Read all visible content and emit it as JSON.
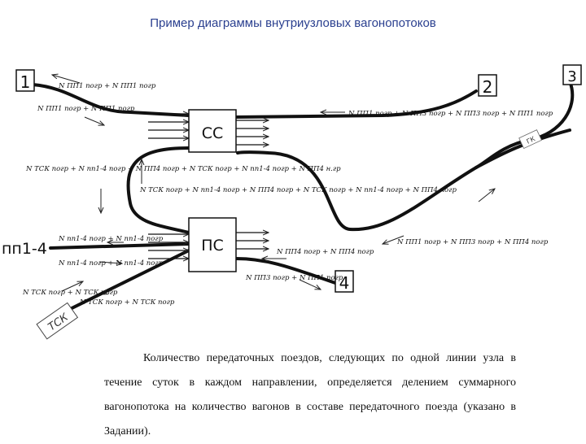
{
  "title": "Пример диаграммы внутриузловых вагонопотоков",
  "stations": [
    {
      "id": "1",
      "label": "1"
    },
    {
      "id": "2",
      "label": "2"
    },
    {
      "id": "3",
      "label": "3"
    },
    {
      "id": "4",
      "label": "4"
    }
  ],
  "yards": [
    {
      "id": "cc",
      "label": "СС"
    },
    {
      "id": "pc",
      "label": "ПС"
    }
  ],
  "branch_labels": {
    "pp": "пп1-4",
    "tsk": "ТСК",
    "gk": "ГК"
  },
  "flow_labels": [
    "N ПП1 погр + N ПП1 погр",
    "N ПП1 погр + N ПП1 погр",
    "N ПП1 погр + N ПП3 погр + N ПП3 погр + N ПП1 погр",
    "N ТСК погр + N пп1-4 погр + N ПП4 погр + N ТСК погр + N пп1-4 погр + N ПП4 н.гр",
    "N ТСК погр + N пп1-4 погр + N ПП4 погр + N ТСК погр + N пп1-4 погр + N ПП4 погр",
    "N пп1-4 погр + N пп1-4 погр",
    "N пп1-4 погр + N пп1-4 погр",
    "N ПП4 погр + N ПП4 погр",
    "N ПП3 погр + N ПП1 погр",
    "N ТСК погр + N ТСК погр",
    "N ТСК погр + N ТСК погр",
    "N ПП1 погр + N ПП3 погр + N ПП4 погр"
  ],
  "paragraph": "Количество передаточных поездов, следующих по одной линии узла в течение суток в каждом направлении, определяется делением суммарного вагонопотока на количество вагонов в составе передаточного поезда (указано в Задании)."
}
